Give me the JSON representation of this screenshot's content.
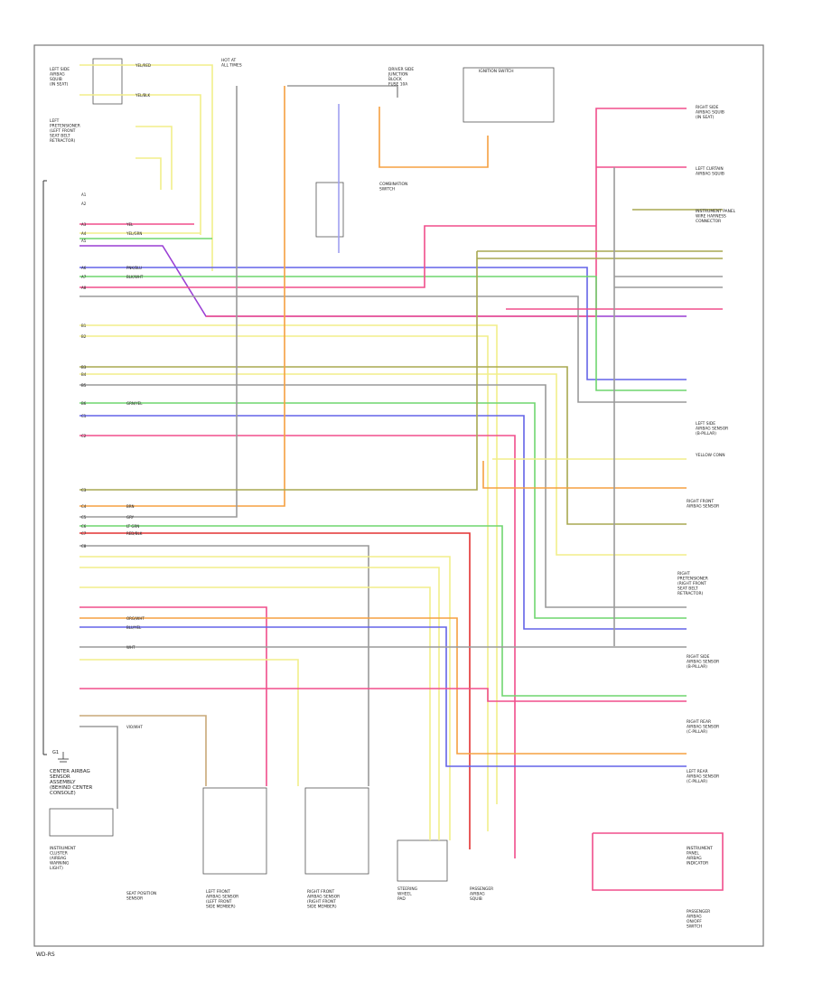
{
  "colors": {
    "yellow": "#f2ee8a",
    "pink": "#f04e8c",
    "red": "#e33232",
    "orange": "#f5a040",
    "green": "#6fd66f",
    "lightgreen": "#a8e8a0",
    "blue": "#6464e8",
    "lightblue": "#a0a0f0",
    "violet": "#9a3fd4",
    "olive": "#a8a850",
    "gray": "#9a9a9a",
    "tan": "#c8a878",
    "frame": "#777777"
  },
  "footer_code": "WD-RS",
  "ground_label": "G1",
  "main_module": {
    "lines": [
      "CENTER AIRBAG",
      "SENSOR",
      "ASSEMBLY",
      "(BEHIND CENTER",
      "CONSOLE)"
    ]
  },
  "components": [
    {
      "key": "airbag_lt",
      "lines": [
        "LEFT SIDE",
        "AIRBAG",
        "SQUIB",
        "(IN SEAT)"
      ]
    },
    {
      "key": "pret_lt",
      "lines": [
        "LEFT",
        "PRETENSIONER",
        "(LEFT FRONT",
        "SEAT BELT",
        "RETRACTOR)"
      ]
    },
    {
      "key": "relay_box",
      "lines": [
        "HOT AT",
        "ALL TIMES"
      ]
    },
    {
      "key": "fuse_box",
      "lines": [
        "DRIVER SIDE",
        "JUNCTION",
        "BLOCK",
        "FUSE 10A"
      ]
    },
    {
      "key": "ignition",
      "lines": [
        "IGNITION SWITCH"
      ]
    },
    {
      "key": "combo_sw",
      "lines": [
        "COMBINATION",
        "SWITCH"
      ]
    },
    {
      "key": "airbag_rt",
      "lines": [
        "RIGHT SIDE",
        "AIRBAG SQUIB",
        "(IN SEAT)"
      ]
    },
    {
      "key": "curtain_lt",
      "lines": [
        "LEFT CURTAIN",
        "AIRBAG SQUIB"
      ]
    },
    {
      "key": "conn_a",
      "lines": [
        "INSTRUMENT PANEL",
        "WIRE HARNESS",
        "CONNECTOR"
      ]
    },
    {
      "key": "sensor_lt",
      "lines": [
        "LEFT SIDE",
        "AIRBAG SENSOR",
        "(B-PILLAR)"
      ]
    },
    {
      "key": "yellow_conn",
      "lines": [
        "YELLOW CONN"
      ]
    },
    {
      "key": "sensor_rt_fr",
      "lines": [
        "RIGHT FRONT",
        "AIRBAG SENSOR"
      ]
    },
    {
      "key": "rt_pret",
      "lines": [
        "RIGHT",
        "PRETENSIONER",
        "(RIGHT FRONT",
        "SEAT BELT",
        "RETRACTOR)"
      ]
    },
    {
      "key": "sensor_rt_a",
      "lines": [
        "RIGHT SIDE",
        "AIRBAG SENSOR",
        "(B-PILLAR)"
      ]
    },
    {
      "key": "sensor_rt_b",
      "lines": [
        "RIGHT REAR",
        "AIRBAG SENSOR",
        "(C-PILLAR)"
      ]
    },
    {
      "key": "sensor_lt_b",
      "lines": [
        "LEFT REAR",
        "AIRBAG SENSOR",
        "(C-PILLAR)"
      ]
    },
    {
      "key": "inst_panel",
      "lines": [
        "INSTRUMENT",
        "PANEL",
        "AIRBAG",
        "INDICATOR"
      ]
    },
    {
      "key": "pass_switch",
      "lines": [
        "PASSENGER",
        "AIRBAG",
        "ON/OFF",
        "SWITCH"
      ]
    }
  ],
  "bottom_components": [
    {
      "key": "inst_cluster",
      "lines": [
        "INSTRUMENT",
        "CLUSTER",
        "(AIRBAG",
        "WARNING",
        "LIGHT)"
      ]
    },
    {
      "key": "lt_front_sensor",
      "lines": [
        "LEFT FRONT",
        "AIRBAG SENSOR",
        "(LEFT FRONT",
        "SIDE MEMBER)"
      ]
    },
    {
      "key": "rt_front_sensor",
      "lines": [
        "RIGHT FRONT",
        "AIRBAG SENSOR",
        "(RIGHT FRONT",
        "SIDE MEMBER)"
      ]
    },
    {
      "key": "steering",
      "lines": [
        "STEERING",
        "WHEEL",
        "PAD"
      ]
    },
    {
      "key": "pass_airbag",
      "lines": [
        "PASSENGER",
        "AIRBAG",
        "SQUIB"
      ]
    },
    {
      "key": "seat_sensor",
      "lines": [
        "SEAT POSITION",
        "SENSOR"
      ]
    }
  ],
  "wire_labels": [
    "YEL/RED",
    "YEL/BLK",
    "YEL",
    "YEL/GRN",
    "PNK/BLU",
    "BLK/WHT",
    "GRN/YEL",
    "RED/BLK",
    "BLU/YEL",
    "ORG/WHT",
    "LT GRN",
    "VIO/WHT",
    "BRN",
    "GRY",
    "WHT"
  ],
  "pin_labels": [
    "A1",
    "A2",
    "A3",
    "A4",
    "A5",
    "A6",
    "A7",
    "A8",
    "B1",
    "B2",
    "B3",
    "B4",
    "B5",
    "B6",
    "C1",
    "C2",
    "C3",
    "C4",
    "C5",
    "C6",
    "C7",
    "C8"
  ]
}
